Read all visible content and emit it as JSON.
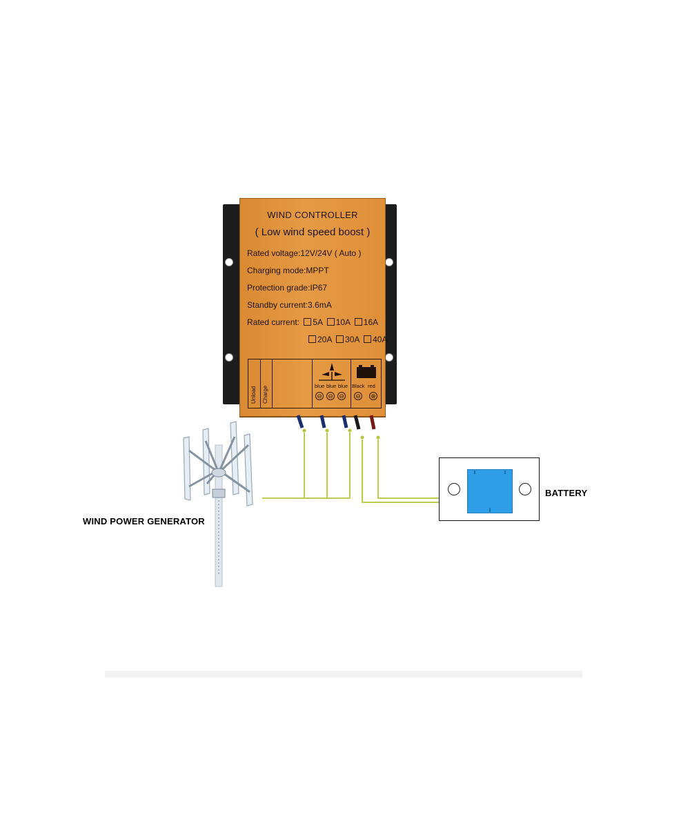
{
  "controller": {
    "title": "WIND CONTROLLER",
    "subtitle": "( Low wind speed boost )",
    "specs": [
      "Rated voltage:12V/24V ( Auto )",
      "Charging mode:MPPT",
      "Protection grade:IP67",
      "Standby current:3.6mA"
    ],
    "rated_current_label": "Rated current:",
    "current_options_row1": [
      "5A",
      "10A",
      "16A"
    ],
    "current_options_row2": [
      "20A",
      "30A",
      "40A"
    ],
    "terminal_labels": {
      "unload": "Unload",
      "charge": "Charge",
      "blue": [
        "blue",
        "blue",
        "blue"
      ],
      "black": "Black",
      "red": "red"
    },
    "terminal_symbols": [
      "⊖",
      "⊖",
      "⊖",
      "⊖",
      "⊕"
    ]
  },
  "labels": {
    "battery": "BATTERY",
    "wind_generator": "WIND POWER GENERATOR"
  },
  "colors": {
    "controller_body": "#e69a44",
    "bracket": "#1d1d1d",
    "battery": "#2e9ee8",
    "wire": "#b5c43a"
  }
}
